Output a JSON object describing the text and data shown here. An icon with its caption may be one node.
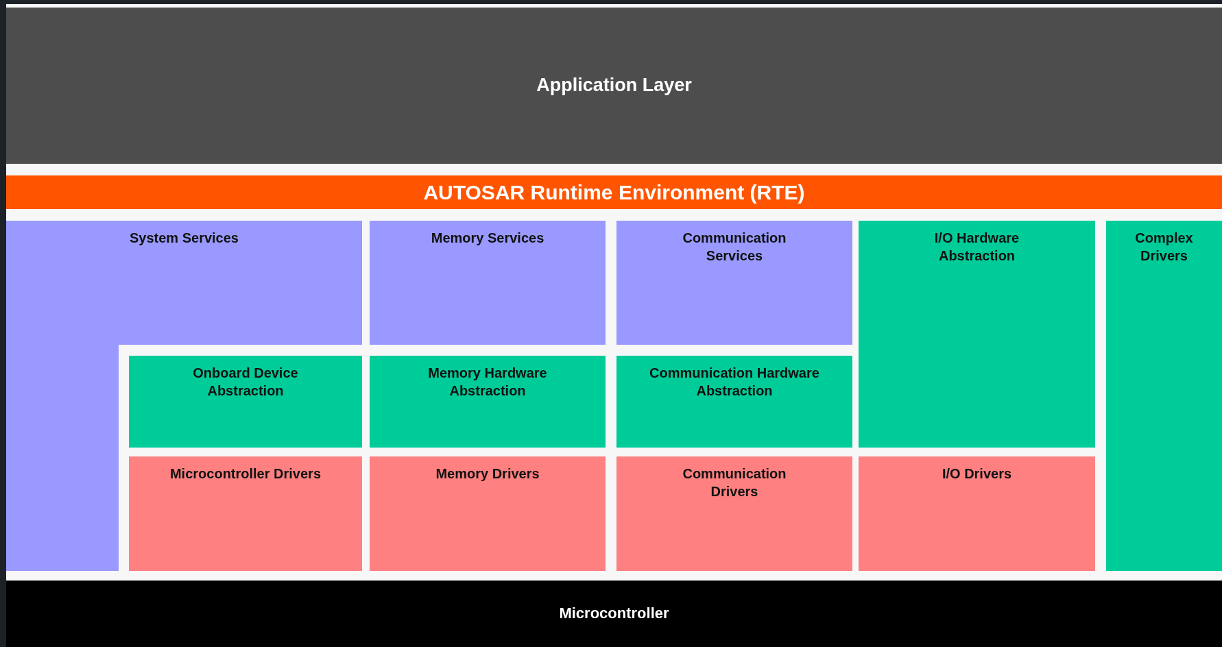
{
  "diagram": {
    "nodes": [
      {
        "text": [
          "Application Layer"
        ]
      },
      {
        "text": [
          "AUTOSAR Runtime Environment (RTE)"
        ]
      },
      {
        "text": [
          "System Services"
        ]
      },
      {
        "text": [
          "Memory Services"
        ]
      },
      {
        "text": [
          "Communication Services"
        ]
      },
      {
        "text": [
          "I/O Hardware Abstraction"
        ]
      },
      {
        "text": [
          "Complex Drivers"
        ]
      },
      {
        "text": [
          "Onboard Device Abstraction"
        ]
      },
      {
        "text": [
          "Memory Hardware Abstraction"
        ]
      },
      {
        "text": [
          "Communication Hardware Abstraction"
        ]
      },
      {
        "text": [
          "Microcontroller Drivers"
        ]
      },
      {
        "text": [
          "Memory Drivers"
        ]
      },
      {
        "text": [
          "Communication Drivers"
        ]
      },
      {
        "text": [
          "I/O Drivers"
        ]
      },
      {
        "text": [
          "Microcontroller"
        ]
      }
    ],
    "edges": []
  }
}
